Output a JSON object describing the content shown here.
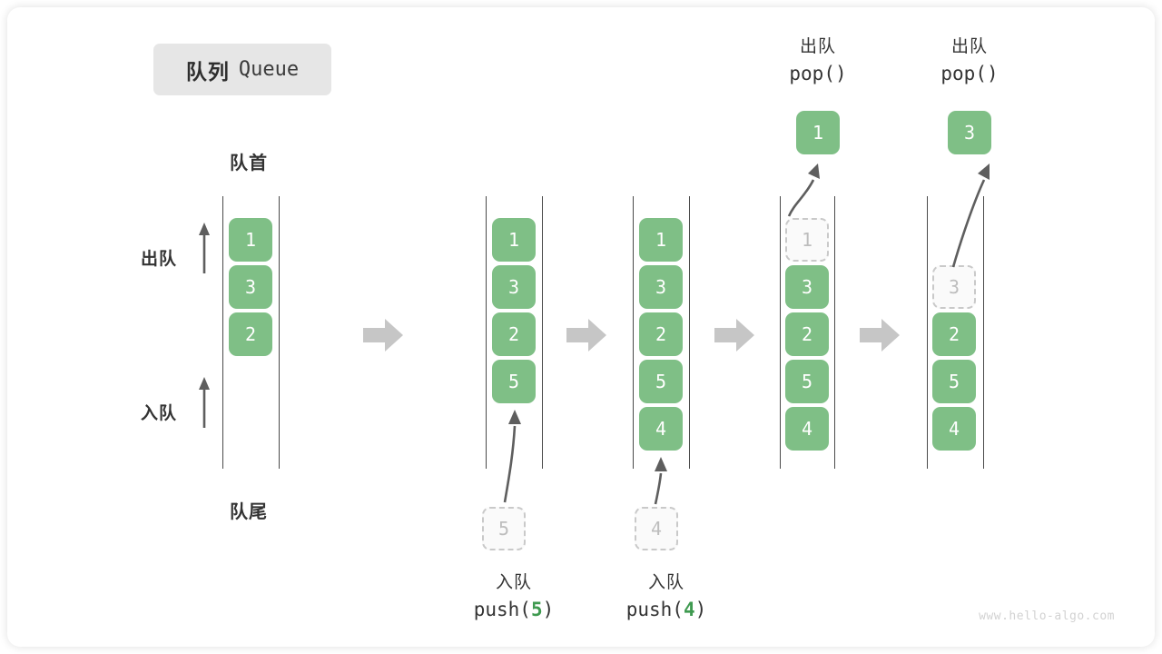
{
  "title": {
    "cn": "队列",
    "en": "Queue"
  },
  "labels": {
    "front": "队首",
    "rear": "队尾",
    "dequeue": "出队",
    "enqueue": "入队"
  },
  "colors": {
    "element": "#7fbf86",
    "ghost_fill": "#fafafa",
    "ghost_border": "#c9c9c9",
    "ghost_text": "#bdbdbd",
    "rail": "#4a4a4a",
    "arrow": "#5e5e5e",
    "block_arrow": "#c6c6c6",
    "badge_bg": "#e6e6e6",
    "text": "#333333",
    "accent": "#3f9a50"
  },
  "stages": [
    {
      "name": "initial",
      "items": [
        {
          "value": "1",
          "state": "filled"
        },
        {
          "value": "3",
          "state": "filled"
        },
        {
          "value": "2",
          "state": "filled"
        }
      ],
      "caption_top": null,
      "caption_bottom": null,
      "popped": null,
      "incoming": null
    },
    {
      "name": "after-push-5",
      "items": [
        {
          "value": "1",
          "state": "filled"
        },
        {
          "value": "3",
          "state": "filled"
        },
        {
          "value": "2",
          "state": "filled"
        },
        {
          "value": "5",
          "state": "filled"
        }
      ],
      "caption_top": null,
      "caption_bottom": {
        "cn": "入队",
        "code_prefix": "push(",
        "arg": "5",
        "code_suffix": ")"
      },
      "popped": null,
      "incoming": {
        "value": "5",
        "state": "ghost"
      }
    },
    {
      "name": "after-push-4",
      "items": [
        {
          "value": "1",
          "state": "filled"
        },
        {
          "value": "3",
          "state": "filled"
        },
        {
          "value": "2",
          "state": "filled"
        },
        {
          "value": "5",
          "state": "filled"
        },
        {
          "value": "4",
          "state": "filled"
        }
      ],
      "caption_top": null,
      "caption_bottom": {
        "cn": "入队",
        "code_prefix": "push(",
        "arg": "4",
        "code_suffix": ")"
      },
      "popped": null,
      "incoming": {
        "value": "4",
        "state": "ghost"
      }
    },
    {
      "name": "after-pop-1",
      "items": [
        {
          "value": "1",
          "state": "ghost"
        },
        {
          "value": "3",
          "state": "filled"
        },
        {
          "value": "2",
          "state": "filled"
        },
        {
          "value": "5",
          "state": "filled"
        },
        {
          "value": "4",
          "state": "filled"
        }
      ],
      "caption_top": {
        "cn": "出队",
        "code": "pop()"
      },
      "caption_bottom": null,
      "popped": {
        "value": "1",
        "state": "filled"
      },
      "incoming": null
    },
    {
      "name": "after-pop-3",
      "items": [
        {
          "value": "",
          "state": "empty"
        },
        {
          "value": "3",
          "state": "ghost"
        },
        {
          "value": "2",
          "state": "filled"
        },
        {
          "value": "5",
          "state": "filled"
        },
        {
          "value": "4",
          "state": "filled"
        }
      ],
      "caption_top": {
        "cn": "出队",
        "code": "pop()"
      },
      "caption_bottom": null,
      "popped": {
        "value": "3",
        "state": "filled"
      },
      "incoming": null
    }
  ],
  "watermark": "www.hello-algo.com"
}
